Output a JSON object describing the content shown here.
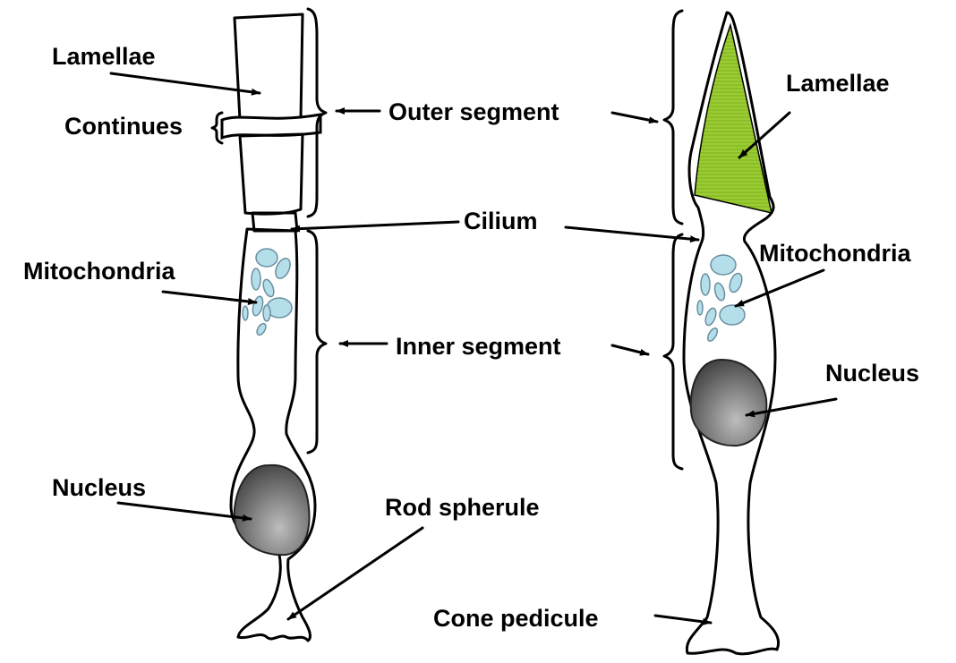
{
  "colors": {
    "cell_fill": "#FAF6C8",
    "lamellae_fill": "#9ACD32",
    "mitochondria_fill": "#B4DEEA",
    "nucleus_dark": "#3a3a3a",
    "nucleus_light": "#bdbdbd",
    "outline": "#000000"
  },
  "labels": {
    "lamellae_rod": "Lamellae",
    "continues": "Continues",
    "outer_segment": "Outer segment",
    "lamellae_cone": "Lamellae",
    "cilium": "Cilium",
    "mitochondria_rod": "Mitochondria",
    "mitochondria_cone": "Mitochondria",
    "inner_segment": "Inner segment",
    "nucleus_cone": "Nucleus",
    "nucleus_rod": "Nucleus",
    "rod_spherule": "Rod spherule",
    "cone_pedicule": "Cone pedicule"
  }
}
